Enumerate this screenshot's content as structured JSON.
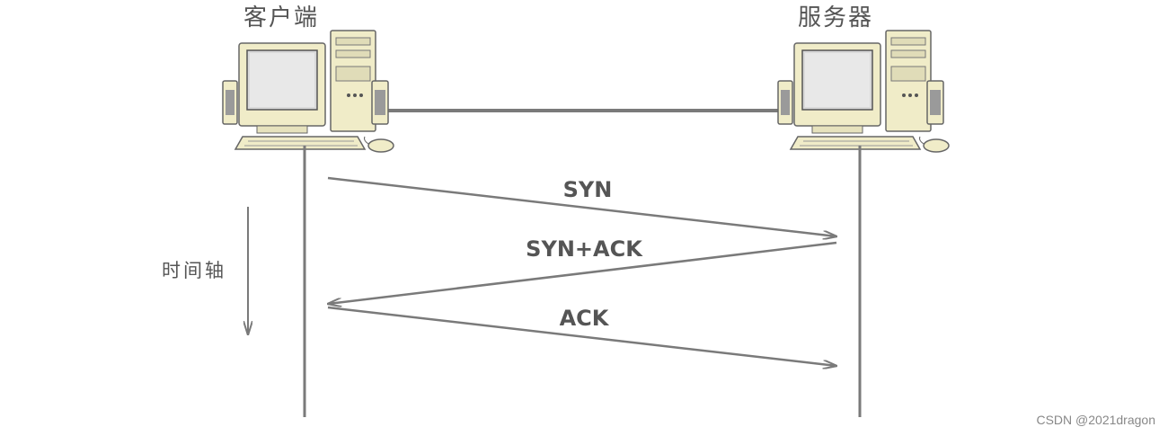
{
  "nodes": {
    "client": {
      "label": "客户端",
      "icon": "desktop-computer-icon"
    },
    "server": {
      "label": "服务器",
      "icon": "desktop-computer-icon"
    }
  },
  "timeline": {
    "label": "时间轴"
  },
  "messages": [
    {
      "label": "SYN",
      "from": "client",
      "to": "server"
    },
    {
      "label": "SYN+ACK",
      "from": "server",
      "to": "client"
    },
    {
      "label": "ACK",
      "from": "client",
      "to": "server"
    }
  ],
  "watermark": "CSDN @2021dragon",
  "colors": {
    "line": "#7a7a7a",
    "text": "#555555",
    "computer_body": "#f0ecc8"
  }
}
